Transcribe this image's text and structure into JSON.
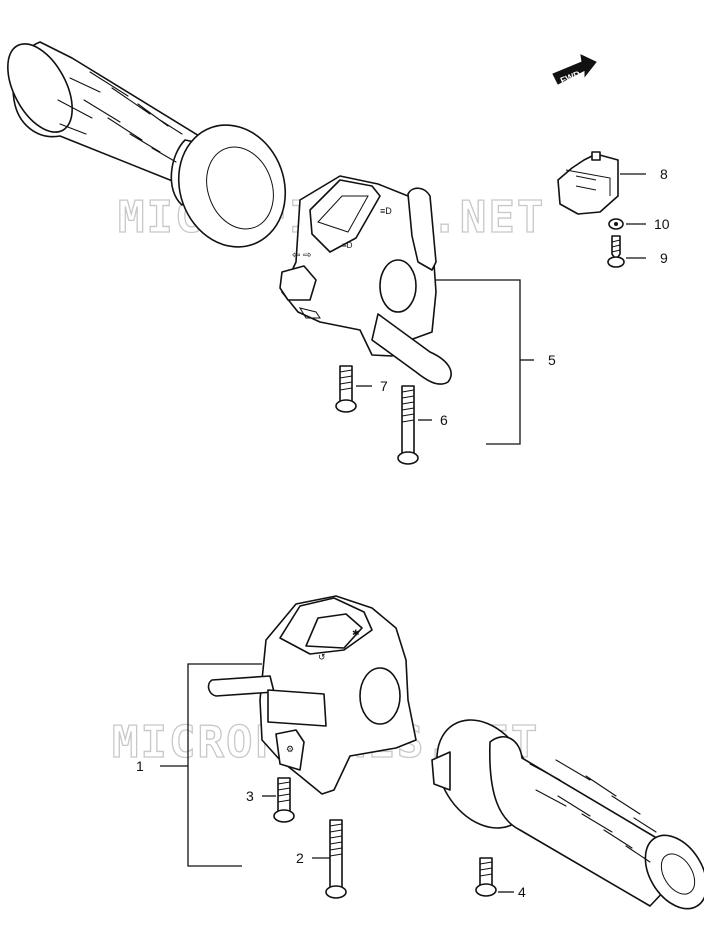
{
  "watermark": "MICROFICHES.NET",
  "fwd_badge": "FWD",
  "callouts": {
    "c1": "1",
    "c2": "2",
    "c3": "3",
    "c4": "4",
    "c5": "5",
    "c6": "6",
    "c7": "7",
    "c8": "8",
    "c9": "9",
    "c10": "10"
  }
}
